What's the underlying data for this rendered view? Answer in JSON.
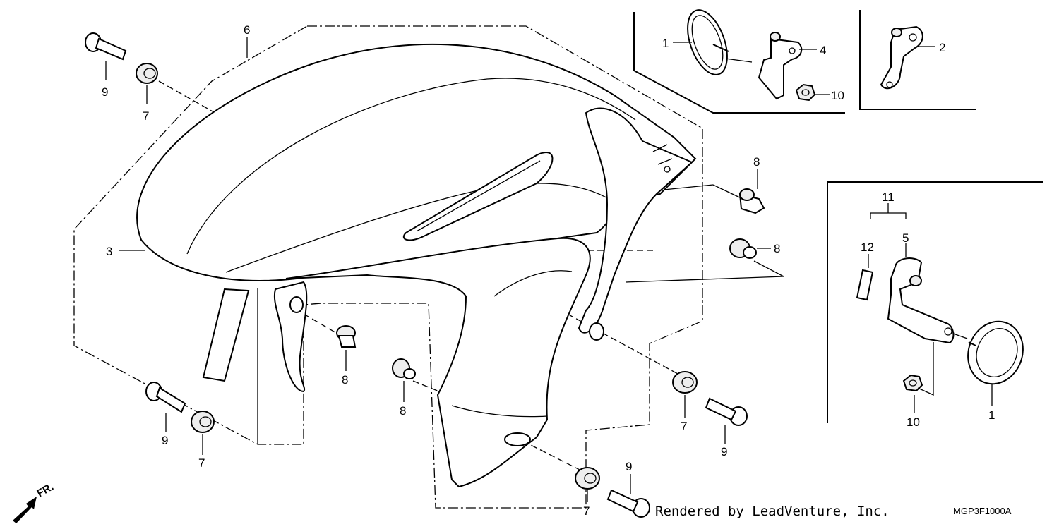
{
  "labels": [
    {
      "id": "6",
      "text": "6"
    },
    {
      "id": "9a",
      "text": "9"
    },
    {
      "id": "7a",
      "text": "7"
    },
    {
      "id": "3",
      "text": "3"
    },
    {
      "id": "1a",
      "text": "1"
    },
    {
      "id": "4",
      "text": "4"
    },
    {
      "id": "10a",
      "text": "10"
    },
    {
      "id": "2",
      "text": "2"
    },
    {
      "id": "8a",
      "text": "8"
    },
    {
      "id": "8b",
      "text": "8"
    },
    {
      "id": "11",
      "text": "11"
    },
    {
      "id": "12",
      "text": "12"
    },
    {
      "id": "5",
      "text": "5"
    },
    {
      "id": "10b",
      "text": "10"
    },
    {
      "id": "1b",
      "text": "1"
    },
    {
      "id": "8c",
      "text": "8"
    },
    {
      "id": "8d",
      "text": "8"
    },
    {
      "id": "9b",
      "text": "9"
    },
    {
      "id": "7b",
      "text": "7"
    },
    {
      "id": "7c",
      "text": "7"
    },
    {
      "id": "9c",
      "text": "9"
    },
    {
      "id": "9d",
      "text": "9"
    },
    {
      "id": "7d",
      "text": "7"
    }
  ],
  "footer": {
    "credit": "Rendered by LeadVenture, Inc.",
    "code": "MGP3F1000A"
  },
  "direction_marker": {
    "text": "FR.",
    "icon": "front-arrow-icon"
  }
}
